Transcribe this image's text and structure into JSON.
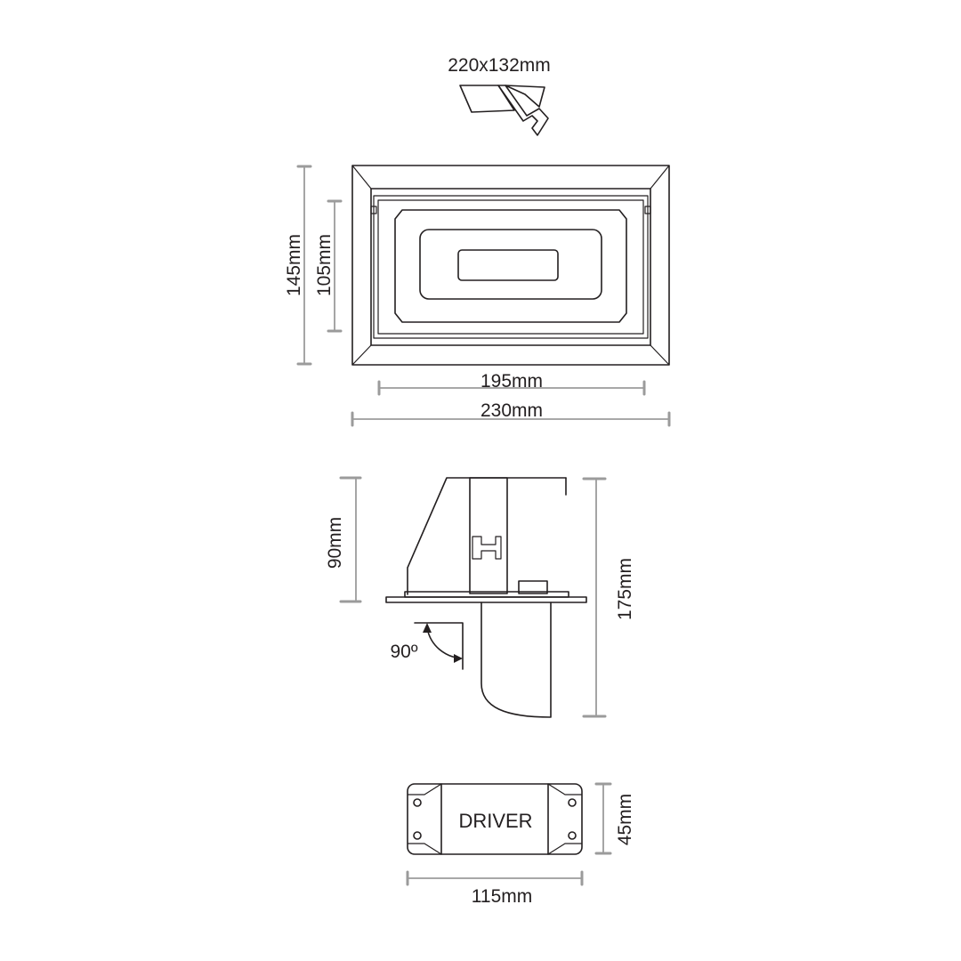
{
  "cutout": {
    "label": "220x132mm"
  },
  "front_view": {
    "height_outer": "145mm",
    "height_inner": "105mm",
    "width_inner": "195mm",
    "width_outer": "230mm"
  },
  "side_view": {
    "height_top": "90mm",
    "height_total": "175mm",
    "angle": "90º"
  },
  "driver": {
    "label": "DRIVER",
    "height": "45mm",
    "width": "115mm"
  }
}
